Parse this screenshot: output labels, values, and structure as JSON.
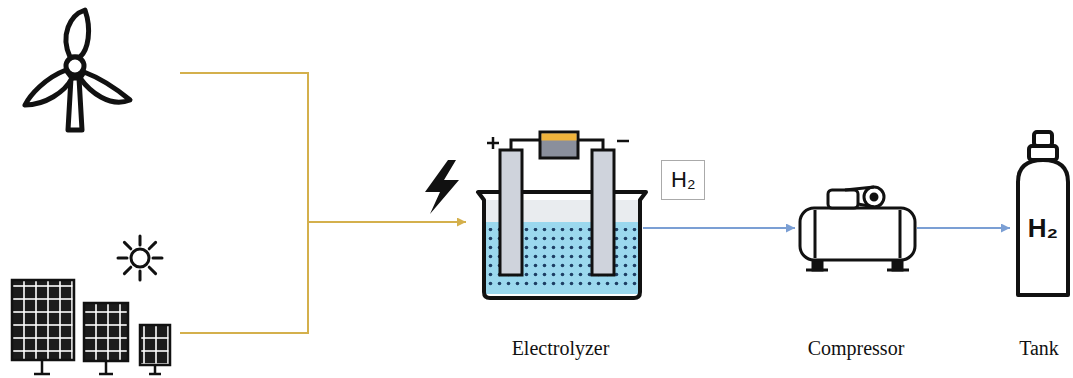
{
  "diagram": {
    "nodes": [
      {
        "text": [
          "Electrolyzer"
        ]
      },
      {
        "text": [
          "Compressor"
        ]
      },
      {
        "text": [
          "Tank"
        ]
      }
    ],
    "edges": [
      {
        "from": 0,
        "to": 1,
        "label": "H₂",
        "arrow": "to"
      },
      {
        "from": 1,
        "to": 2,
        "arrow": "to"
      }
    ],
    "labels": [
      "H₂"
    ]
  }
}
